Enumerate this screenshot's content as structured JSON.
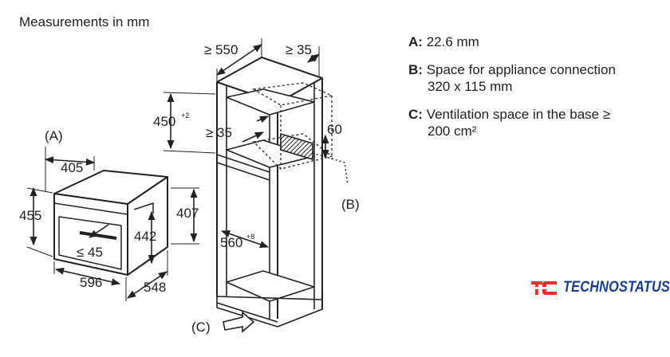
{
  "header": {
    "title": "Measurements in mm"
  },
  "dimensions": {
    "oven_depth_top": "405",
    "oven_height_front": "455",
    "oven_width": "596",
    "oven_depth_side": "548",
    "oven_inner_height": "442",
    "oven_rear_height": "407",
    "handle_offset": "≤ 45",
    "cabinet_depth": "≥ 550",
    "cabinet_back_gap": "≥ 35",
    "niche_height": "450",
    "niche_height_tolerance": "+2",
    "niche_gap": "≥ 35",
    "niche_side": "60",
    "niche_width": "560",
    "niche_width_tolerance": "+8"
  },
  "markers": {
    "a": "(A)",
    "b": "(B)",
    "c": "(C)"
  },
  "legend": [
    {
      "key": "A:",
      "lines": [
        "22.6 mm"
      ]
    },
    {
      "key": "B:",
      "lines": [
        "Space for appliance connection",
        "320 x 115 mm"
      ]
    },
    {
      "key": "C:",
      "lines": [
        "Ventilation space in the base ≥",
        "200 cm²"
      ]
    }
  ],
  "brand": {
    "name": "TECHNOSTATUS",
    "icon": "technostatus-logo-icon",
    "color": "#e2322b",
    "text_color": "#1b3f86"
  }
}
